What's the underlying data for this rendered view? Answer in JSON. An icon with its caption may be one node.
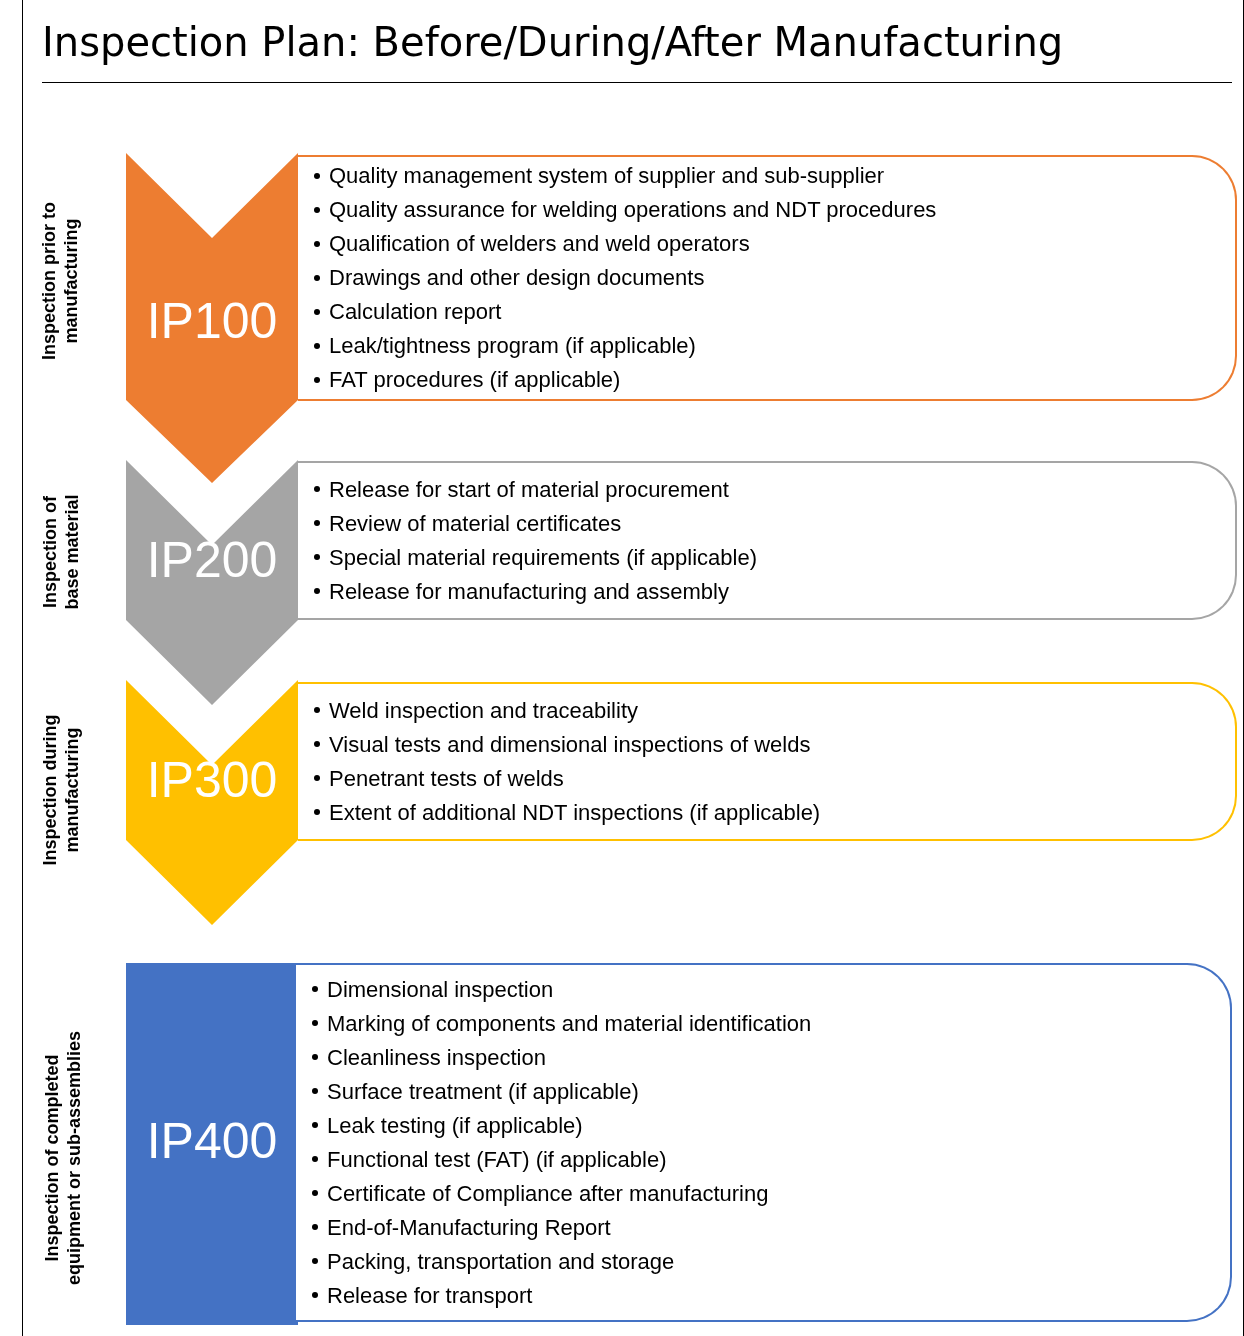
{
  "diagram": {
    "title": "Inspection Plan: Before/During/After Manufacturing",
    "nodes": [
      {
        "text": [
          "IP100"
        ],
        "beside": [
          "Inspection prior to manufacturing"
        ]
      },
      {
        "text": [
          "Quality management system of supplier and sub-supplier",
          "Quality assurance for welding operations and NDT procedures",
          "Qualification of welders and weld operators",
          "Drawings and other design documents",
          "Calculation report",
          "Leak/tightness program (if applicable)",
          "FAT procedures (if applicable)"
        ]
      },
      {
        "text": [
          "IP200"
        ],
        "beside": [
          "Inspection of base material"
        ]
      },
      {
        "text": [
          "Release for start of material procurement",
          "Review of material certificates",
          "Special material requirements (if applicable)",
          "Release for manufacturing and assembly"
        ]
      },
      {
        "text": [
          "IP300"
        ],
        "beside": [
          "Inspection during manufacturing"
        ]
      },
      {
        "text": [
          "Weld inspection and traceability",
          "Visual tests and dimensional inspections of welds",
          "Penetrant tests of welds",
          "Extent of additional NDT inspections (if applicable)"
        ]
      },
      {
        "text": [
          "IP400"
        ],
        "beside": [
          "Inspection of completed equipment or sub-assemblies"
        ]
      },
      {
        "text": [
          "Dimensional inspection",
          "Marking of components and material identification",
          "Cleanliness inspection",
          "Surface treatment (if applicable)",
          "Leak testing (if applicable)",
          "Functional test (FAT) (if applicable)",
          "Certificate of Compliance after manufacturing",
          "End-of-Manufacturing Report",
          "Packing, transportation and storage",
          "Release for transport"
        ]
      }
    ]
  }
}
